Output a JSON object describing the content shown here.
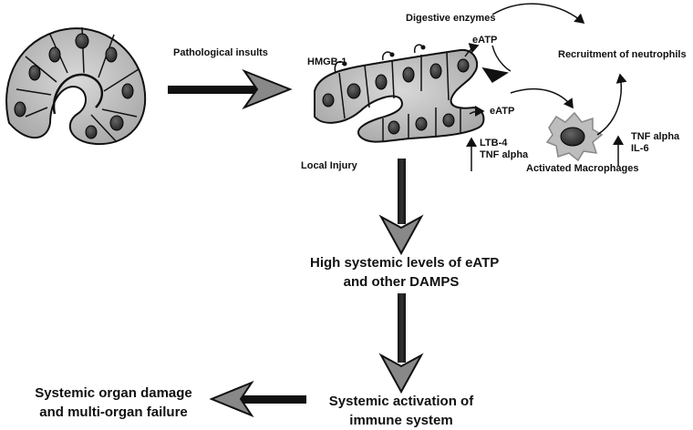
{
  "labels": {
    "pathological_insults": "Pathological insults",
    "digestive_enzymes": "Digestive enzymes",
    "recruitment_of_neutrophils": "Recruitment of neutrophils",
    "hmgb1": "HMGB-1",
    "eatp_upper": "eATP",
    "eatp_lower": "eATP",
    "local_injury": "Local Injury",
    "ltb4": "LTB-4",
    "tnf_alpha_left": "TNF alpha",
    "tnf_alpha_right": "TNF alpha",
    "il6": "IL-6",
    "activated_macrophages": "Activated Macrophages"
  },
  "steps": {
    "high_systemic": [
      "High systemic levels of eATP",
      "and other DAMPS"
    ],
    "systemic_activation": [
      "Systemic activation of",
      "immune system"
    ],
    "organ_damage": [
      "Systemic organ damage",
      "and multi-organ failure"
    ]
  }
}
